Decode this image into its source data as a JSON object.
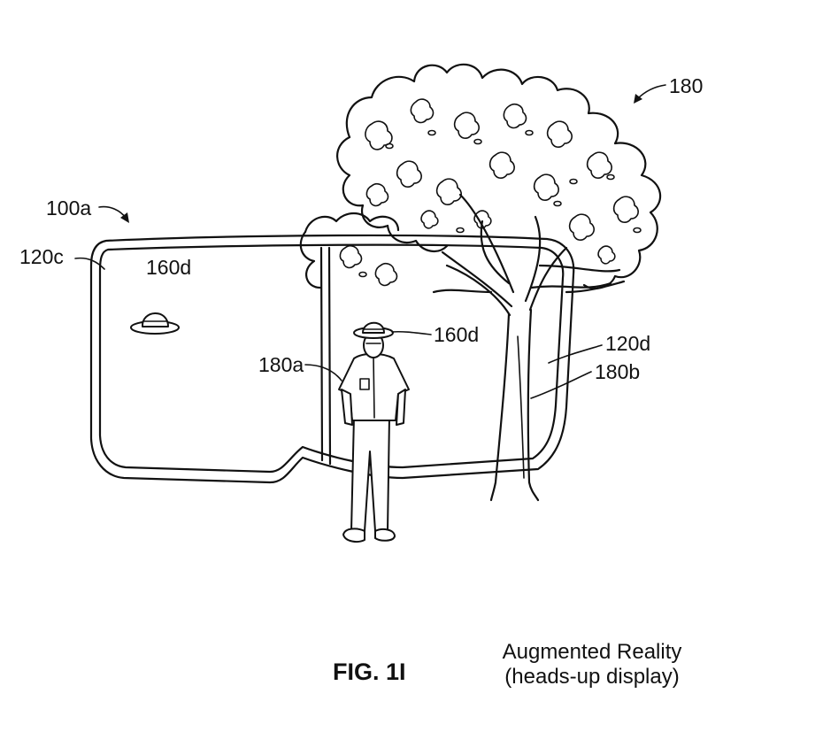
{
  "labels": {
    "tree": "180",
    "device": "100a",
    "left_display": "120c",
    "virtual_hat_left": "160d",
    "virtual_hat_right": "160d",
    "person": "180a",
    "right_display": "120d",
    "tree_trunk": "180b"
  },
  "caption": {
    "figure_number": "FIG. 1I",
    "description_line1": "Augmented Reality",
    "description_line2": "(heads-up display)"
  }
}
